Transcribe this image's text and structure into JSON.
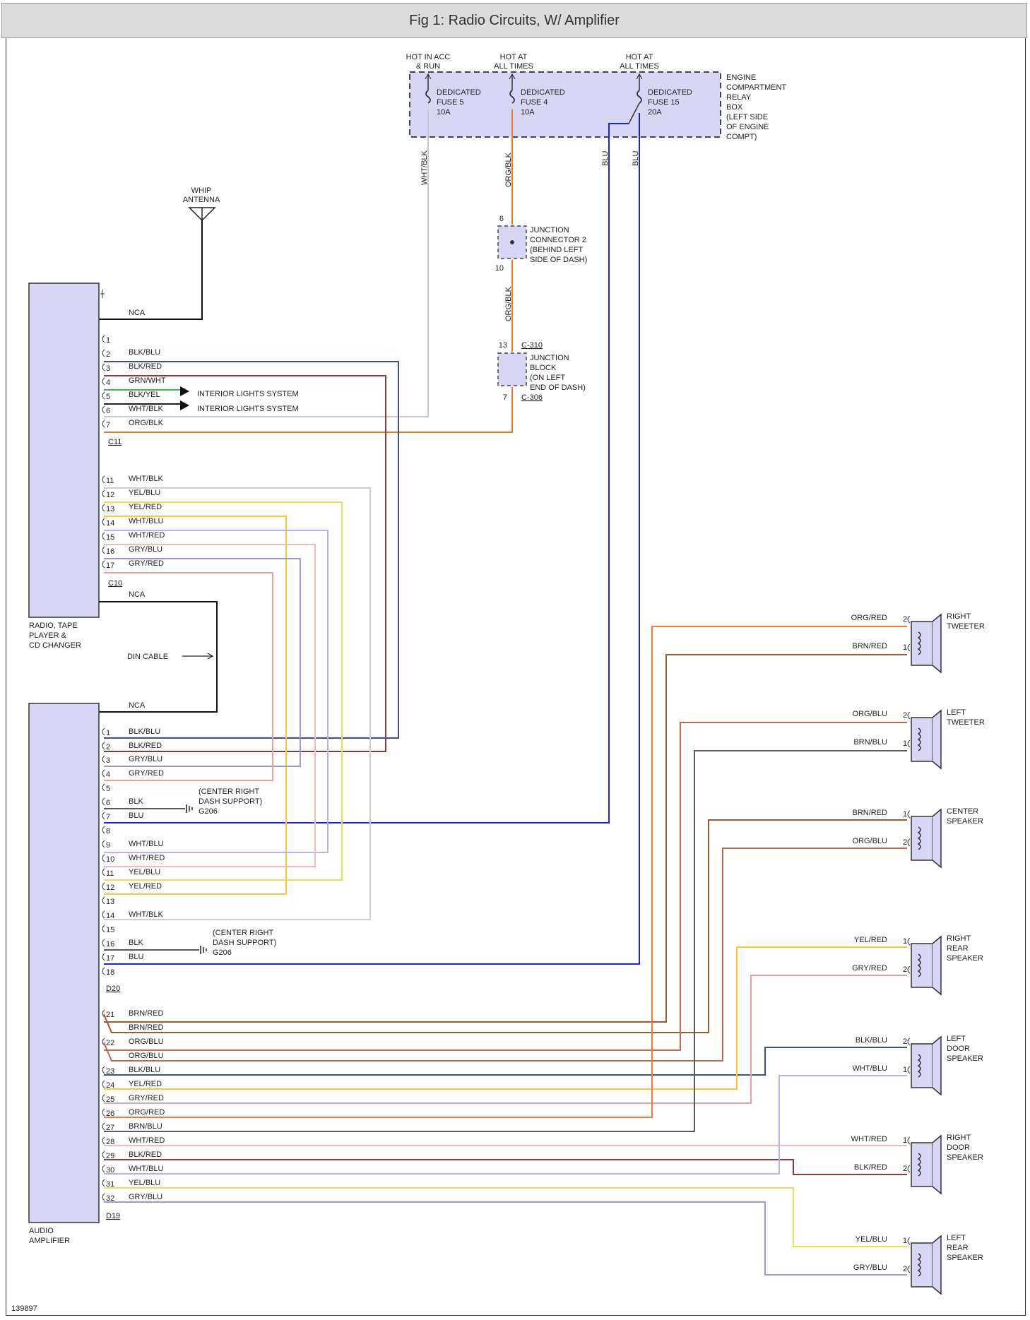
{
  "title": "Fig 1: Radio Circuits, W/ Amplifier",
  "figure_number": "139897",
  "colors": {
    "WHT": "#c9c9c9",
    "BLK": "#222222",
    "BLU": "#2222e6",
    "RED": "#bf3f33",
    "GRN": "#3fbf3f",
    "YEL": "#ffd83a",
    "ORG": "#f08a3c",
    "BRN": "#8b4f1e",
    "GRY": "#8f8fbf",
    "box_fill": "#d7d7f5",
    "box_border": "#444444"
  },
  "relay_box": {
    "label": [
      "ENGINE",
      "COMPARTMENT",
      "RELAY",
      "BOX",
      "(LEFT SIDE",
      "OF ENGINE",
      "COMPT)"
    ],
    "hot_labels": [
      [
        "HOT IN ACC",
        "& RUN"
      ],
      [
        "HOT AT",
        "ALL TIMES"
      ],
      [
        "HOT AT",
        "ALL TIMES"
      ]
    ],
    "fuses": [
      {
        "label": [
          "DEDICATED",
          "FUSE 5",
          "10A"
        ]
      },
      {
        "label": [
          "DEDICATED",
          "FUSE 4",
          "10A"
        ]
      },
      {
        "label": [
          "DEDICATED",
          "FUSE 15",
          "20A"
        ]
      }
    ]
  },
  "vertical_wire_labels": [
    "WHT/BLK",
    "ORG/BLK",
    "BLU",
    "BLU",
    "ORG/BLK"
  ],
  "antenna": {
    "label": [
      "WHIP",
      "ANTENNA"
    ],
    "wire_label": "NCA"
  },
  "junction_connector": {
    "pins": [
      "6",
      "10"
    ],
    "label": [
      "JUNCTION",
      "CONNECTOR 2",
      "(BEHIND LEFT",
      "SIDE OF DASH)"
    ]
  },
  "junction_block": {
    "pins": [
      "13",
      "7"
    ],
    "connectors": [
      "C-310",
      "C-306"
    ],
    "label": [
      "JUNCTION",
      "BLOCK",
      "(ON LEFT",
      "END OF DASH)"
    ]
  },
  "radio": {
    "label": [
      "RADIO, TAPE",
      "PLAYER &",
      "CD CHANGER"
    ],
    "connector_c11": "C11",
    "connector_c10": "C10",
    "c11_pins": [
      {
        "pin": "1",
        "wire": ""
      },
      {
        "pin": "2",
        "wire": "BLK/BLU"
      },
      {
        "pin": "3",
        "wire": "BLK/RED"
      },
      {
        "pin": "4",
        "wire": "GRN/WHT"
      },
      {
        "pin": "5",
        "wire": "BLK/YEL"
      },
      {
        "pin": "6",
        "wire": "WHT/BLK"
      },
      {
        "pin": "7",
        "wire": "ORG/BLK"
      }
    ],
    "c10_pins": [
      {
        "pin": "11",
        "wire": "WHT/BLK"
      },
      {
        "pin": "12",
        "wire": "YEL/BLU"
      },
      {
        "pin": "13",
        "wire": "YEL/RED"
      },
      {
        "pin": "14",
        "wire": "WHT/BLU"
      },
      {
        "pin": "15",
        "wire": "WHT/RED"
      },
      {
        "pin": "16",
        "wire": "GRY/BLU"
      },
      {
        "pin": "17",
        "wire": "GRY/RED"
      }
    ],
    "interior_lights": [
      "INTERIOR LIGHTS SYSTEM",
      "INTERIOR LIGHTS SYSTEM"
    ],
    "nca_bottom": "NCA"
  },
  "din_cable": "DIN CABLE",
  "amplifier": {
    "label": [
      "AUDIO",
      "AMPLIFIER"
    ],
    "nca_top": "NCA",
    "connector_d20": "D20",
    "connector_d19": "D19",
    "d20_pins": [
      {
        "pin": "1",
        "wire": "BLK/BLU"
      },
      {
        "pin": "2",
        "wire": "BLK/RED"
      },
      {
        "pin": "3",
        "wire": "GRY/BLU"
      },
      {
        "pin": "4",
        "wire": "GRY/RED"
      },
      {
        "pin": "5",
        "wire": ""
      },
      {
        "pin": "6",
        "wire": "BLK"
      },
      {
        "pin": "7",
        "wire": "BLU"
      },
      {
        "pin": "8",
        "wire": ""
      },
      {
        "pin": "9",
        "wire": "WHT/BLU"
      },
      {
        "pin": "10",
        "wire": "WHT/RED"
      },
      {
        "pin": "11",
        "wire": "YEL/BLU"
      },
      {
        "pin": "12",
        "wire": "YEL/RED"
      },
      {
        "pin": "13",
        "wire": ""
      },
      {
        "pin": "14",
        "wire": "WHT/BLK"
      },
      {
        "pin": "15",
        "wire": ""
      },
      {
        "pin": "16",
        "wire": "BLK"
      },
      {
        "pin": "17",
        "wire": "BLU"
      },
      {
        "pin": "18",
        "wire": ""
      }
    ],
    "d19_pins": [
      {
        "pin": "21",
        "wire": "BRN/RED"
      },
      {
        "pin": "",
        "wire": "BRN/RED"
      },
      {
        "pin": "22",
        "wire": "ORG/BLU"
      },
      {
        "pin": "",
        "wire": "ORG/BLU"
      },
      {
        "pin": "23",
        "wire": "BLK/BLU"
      },
      {
        "pin": "24",
        "wire": "YEL/RED"
      },
      {
        "pin": "25",
        "wire": "GRY/RED"
      },
      {
        "pin": "26",
        "wire": "ORG/RED"
      },
      {
        "pin": "27",
        "wire": "BRN/BLU"
      },
      {
        "pin": "28",
        "wire": "WHT/RED"
      },
      {
        "pin": "29",
        "wire": "BLK/RED"
      },
      {
        "pin": "30",
        "wire": "WHT/BLU"
      },
      {
        "pin": "31",
        "wire": "YEL/BLU"
      },
      {
        "pin": "32",
        "wire": "GRY/BLU"
      }
    ],
    "grounds": [
      {
        "label": [
          "(CENTER RIGHT",
          "DASH SUPPORT)",
          "G206"
        ]
      },
      {
        "label": [
          "(CENTER RIGHT",
          "DASH SUPPORT)",
          "G206"
        ]
      }
    ]
  },
  "speakers": [
    {
      "name": [
        "RIGHT",
        "TWEETER"
      ],
      "wires": [
        {
          "wire": "ORG/RED",
          "pin": "2"
        },
        {
          "wire": "BRN/RED",
          "pin": "1"
        }
      ]
    },
    {
      "name": [
        "LEFT",
        "TWEETER"
      ],
      "wires": [
        {
          "wire": "ORG/BLU",
          "pin": "2"
        },
        {
          "wire": "BRN/BLU",
          "pin": "1"
        }
      ]
    },
    {
      "name": [
        "CENTER",
        "SPEAKER"
      ],
      "wires": [
        {
          "wire": "BRN/RED",
          "pin": "1"
        },
        {
          "wire": "ORG/BLU",
          "pin": "2"
        }
      ]
    },
    {
      "name": [
        "RIGHT",
        "REAR",
        "SPEAKER"
      ],
      "wires": [
        {
          "wire": "YEL/RED",
          "pin": "1"
        },
        {
          "wire": "GRY/RED",
          "pin": "2"
        }
      ]
    },
    {
      "name": [
        "LEFT",
        "DOOR",
        "SPEAKER"
      ],
      "wires": [
        {
          "wire": "BLK/BLU",
          "pin": "2"
        },
        {
          "wire": "WHT/BLU",
          "pin": "1"
        }
      ]
    },
    {
      "name": [
        "RIGHT",
        "DOOR",
        "SPEAKER"
      ],
      "wires": [
        {
          "wire": "WHT/RED",
          "pin": "1"
        },
        {
          "wire": "BLK/RED",
          "pin": "2"
        }
      ]
    },
    {
      "name": [
        "LEFT",
        "REAR",
        "SPEAKER"
      ],
      "wires": [
        {
          "wire": "YEL/BLU",
          "pin": "1"
        },
        {
          "wire": "GRY/BLU",
          "pin": "2"
        }
      ]
    }
  ]
}
